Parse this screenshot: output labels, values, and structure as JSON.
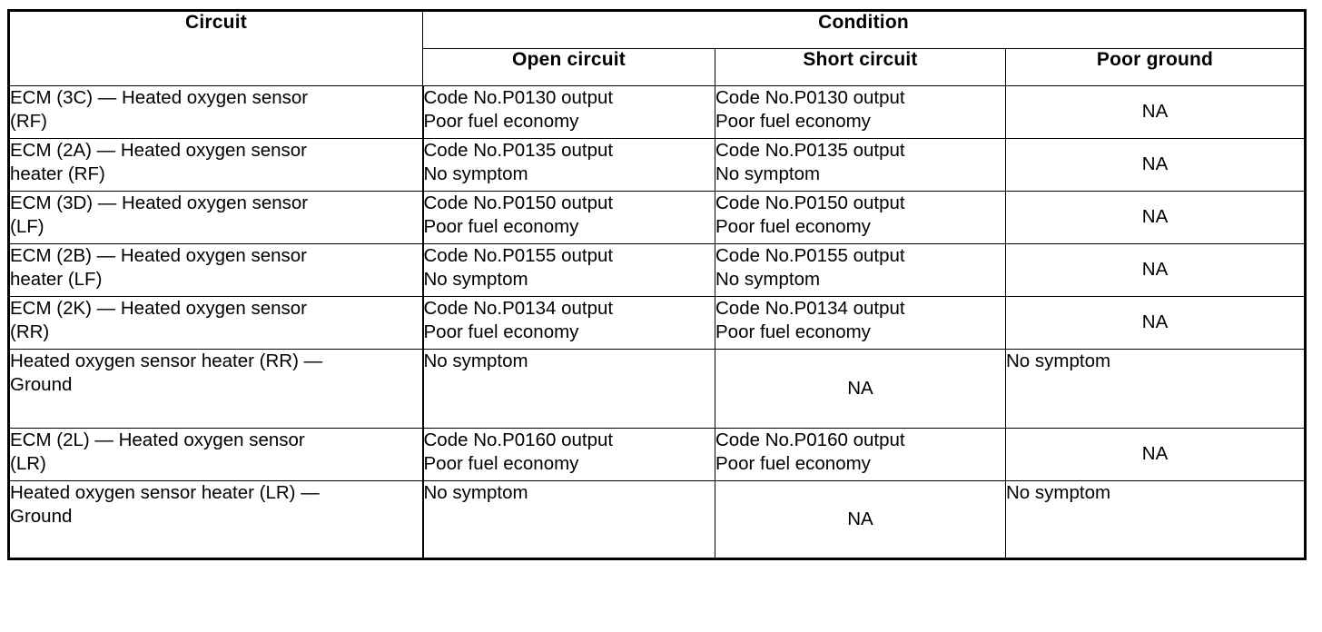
{
  "table": {
    "header": {
      "circuit_label": "Circuit",
      "condition_label": "Condition",
      "subcolumns": [
        "Open circuit",
        "Short circuit",
        "Poor ground"
      ]
    },
    "rows": [
      {
        "circuit": "ECM (3C) — Heated oxygen sensor\n(RF)",
        "open_circuit": "Code No.P0130 output\nPoor fuel economy",
        "short_circuit": "Code No.P0130 output\nPoor fuel economy",
        "poor_ground": "NA"
      },
      {
        "circuit": "ECM (2A) — Heated oxygen sensor\nheater (RF)",
        "open_circuit": "Code No.P0135 output\nNo symptom",
        "short_circuit": "Code No.P0135 output\nNo symptom",
        "poor_ground": "NA"
      },
      {
        "circuit": "ECM (3D) — Heated oxygen sensor\n(LF)",
        "open_circuit": "Code No.P0150 output\nPoor fuel economy",
        "short_circuit": "Code No.P0150 output\nPoor fuel economy",
        "poor_ground": "NA"
      },
      {
        "circuit": "ECM (2B) — Heated oxygen sensor\nheater (LF)",
        "open_circuit": "Code No.P0155 output\nNo symptom",
        "short_circuit": "Code No.P0155 output\nNo symptom",
        "poor_ground": "NA"
      },
      {
        "circuit": "ECM (2K) — Heated oxygen sensor\n(RR)",
        "open_circuit": "Code No.P0134 output\nPoor fuel economy",
        "short_circuit": "Code No.P0134 output\nPoor fuel economy",
        "poor_ground": "NA"
      },
      {
        "circuit": "Heated oxygen sensor heater  (RR) —\nGround",
        "open_circuit": "No symptom",
        "short_circuit": "NA",
        "poor_ground": "No symptom"
      },
      {
        "circuit": "ECM (2L) — Heated oxygen sensor\n(LR)",
        "open_circuit": "Code No.P0160 output\nPoor fuel economy",
        "short_circuit": "Code No.P0160 output\nPoor fuel economy",
        "poor_ground": "NA"
      },
      {
        "circuit": "Heated oxygen sensor heater  (LR) —\nGround",
        "open_circuit": "No symptom",
        "short_circuit": "NA",
        "poor_ground": "No symptom"
      }
    ]
  }
}
